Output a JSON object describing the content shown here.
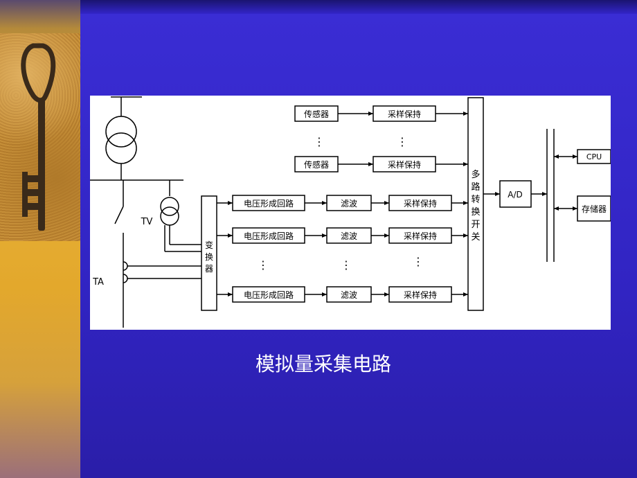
{
  "caption": "模拟量采集电路",
  "diagram": {
    "sensor_block": "传感器",
    "sample_hold": "采样保持",
    "voltage_forming": "电压形成回路",
    "filter": "滤波",
    "transformer_block": "变换器",
    "mux_switch": "多路转换开关",
    "adc": "A/D",
    "cpu": "CPU",
    "memory": "存储器",
    "tv_label": "TV",
    "ta_label": "TA",
    "vertical_dots": "⋮"
  },
  "colors": {
    "background": "#3325c8",
    "panel": "#ffffff",
    "caption": "#ffffff"
  }
}
